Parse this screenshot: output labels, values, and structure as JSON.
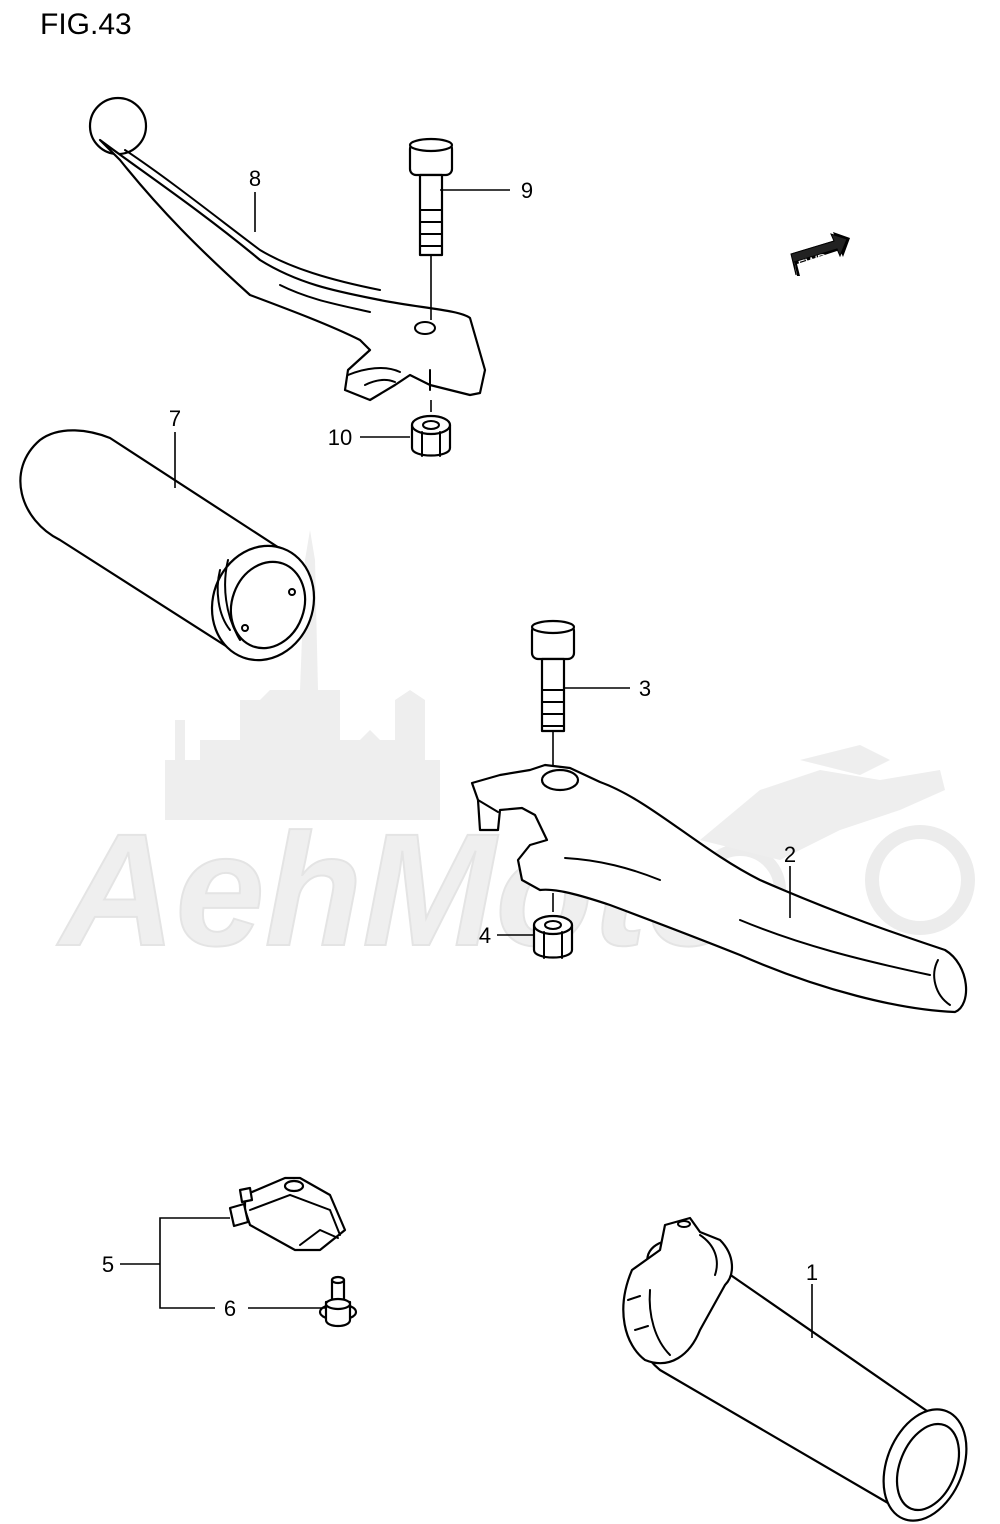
{
  "figure": {
    "title": "FIG.43"
  },
  "direction_badge": {
    "label": "FWD"
  },
  "watermark": {
    "text": "AehMoto"
  },
  "callouts": [
    {
      "id": "1",
      "label": "1",
      "part": "throttle-grip"
    },
    {
      "id": "2",
      "label": "2",
      "part": "clutch-lever"
    },
    {
      "id": "3",
      "label": "3",
      "part": "lever-bolt"
    },
    {
      "id": "4",
      "label": "4",
      "part": "lever-nut"
    },
    {
      "id": "5",
      "label": "5",
      "part": "switch-assembly"
    },
    {
      "id": "6",
      "label": "6",
      "part": "switch-screw"
    },
    {
      "id": "7",
      "label": "7",
      "part": "handlebar-grip"
    },
    {
      "id": "8",
      "label": "8",
      "part": "brake-lever"
    },
    {
      "id": "9",
      "label": "9",
      "part": "lever-bolt"
    },
    {
      "id": "10",
      "label": "10",
      "part": "lever-nut"
    }
  ]
}
